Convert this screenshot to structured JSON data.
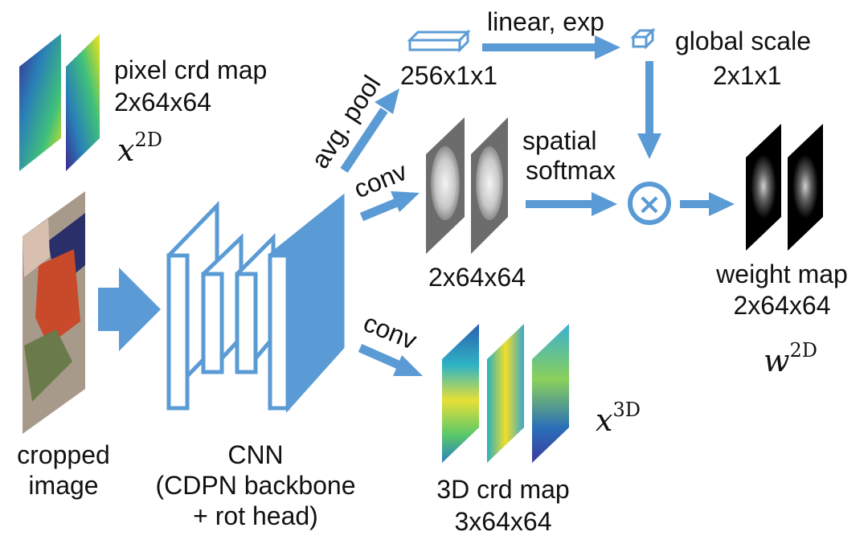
{
  "colors": {
    "accent": "#5b9bd5",
    "text": "#111111",
    "background": "#ffffff"
  },
  "labels": {
    "pixel_crd_map_title": "pixel crd map",
    "pixel_crd_map_dims": "2x64x64",
    "x2d_symbol": "x",
    "x2d_superscript": "2D",
    "pool_dims": "256x1x1",
    "avg_pool": "avg. pool",
    "linear_exp": "linear, exp",
    "global_scale_title": "global scale",
    "global_scale_dims": "2x1x1",
    "conv_top": "conv",
    "spatial": "spatial",
    "softmax": "softmax",
    "feature_dims": "2x64x64",
    "weight_map_title": "weight map",
    "weight_map_dims": "2x64x64",
    "w2d_symbol": "w",
    "w2d_superscript": "2D",
    "conv_bottom": "conv",
    "x3d_symbol": "x",
    "x3d_superscript": "3D",
    "crd3d_title": "3D crd map",
    "crd3d_dims": "3x64x64",
    "cropped_line1": "cropped",
    "cropped_line2": "image",
    "cnn_line1": "CNN",
    "cnn_line2": "(CDPN backbone",
    "cnn_line3": "+ rot head)",
    "multiply_symbol": "×"
  }
}
